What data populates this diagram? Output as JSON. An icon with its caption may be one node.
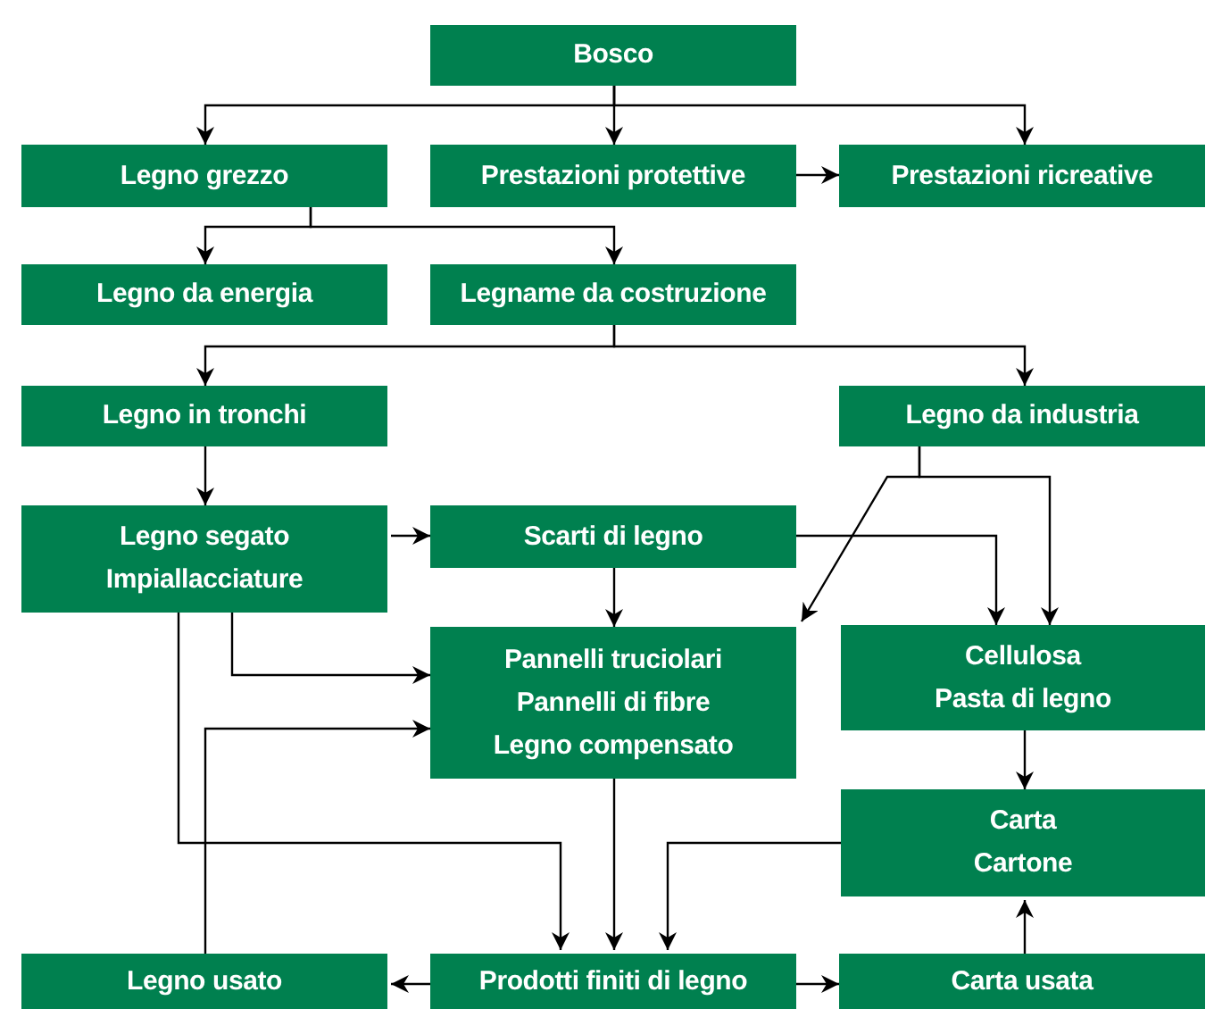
{
  "diagram": {
    "nodes": [
      {
        "text": [
          "Bosco"
        ]
      },
      {
        "text": [
          "Legno grezzo"
        ]
      },
      {
        "text": [
          "Prestazioni protettive"
        ]
      },
      {
        "text": [
          "Prestazioni ricreative"
        ]
      },
      {
        "text": [
          "Legno da energia"
        ]
      },
      {
        "text": [
          "Legname da costruzione"
        ]
      },
      {
        "text": [
          "Legno in tronchi"
        ]
      },
      {
        "text": [
          "Legno da industria"
        ]
      },
      {
        "text": [
          "Legno segato",
          "Impiallacciature"
        ]
      },
      {
        "text": [
          "Scarti di legno"
        ]
      },
      {
        "text": [
          "Pannelli truciolari",
          "Pannelli di fibre",
          "Legno compensato"
        ]
      },
      {
        "text": [
          "Cellulosa",
          "Pasta di legno"
        ]
      },
      {
        "text": [
          "Carta",
          "Cartone"
        ]
      },
      {
        "text": [
          "Legno usato"
        ]
      },
      {
        "text": [
          "Prodotti finiti di legno"
        ]
      },
      {
        "text": [
          "Carta usata"
        ]
      }
    ],
    "edges": [
      {
        "from": 0,
        "to": 1,
        "arrow": "to"
      },
      {
        "from": 0,
        "to": 2,
        "arrow": "to"
      },
      {
        "from": 0,
        "to": 3,
        "arrow": "to"
      },
      {
        "from": 2,
        "to": 3,
        "arrow": "to"
      },
      {
        "from": 1,
        "to": 4,
        "arrow": "to"
      },
      {
        "from": 1,
        "to": 5,
        "arrow": "to"
      },
      {
        "from": 5,
        "to": 6,
        "arrow": "to"
      },
      {
        "from": 5,
        "to": 7,
        "arrow": "to"
      },
      {
        "from": 6,
        "to": 8,
        "arrow": "to"
      },
      {
        "from": 8,
        "to": 9,
        "arrow": "to"
      },
      {
        "from": 7,
        "to": 10,
        "arrow": "to"
      },
      {
        "from": 7,
        "to": 11,
        "arrow": "to"
      },
      {
        "from": 9,
        "to": 10,
        "arrow": "to"
      },
      {
        "from": 9,
        "to": 11,
        "arrow": "to"
      },
      {
        "from": 8,
        "to": 10,
        "arrow": "to"
      },
      {
        "from": 8,
        "to": 14,
        "arrow": "to"
      },
      {
        "from": 10,
        "to": 14,
        "arrow": "to"
      },
      {
        "from": 11,
        "to": 12,
        "arrow": "to"
      },
      {
        "from": 12,
        "to": 14,
        "arrow": "to"
      },
      {
        "from": 13,
        "to": 10,
        "arrow": "to"
      },
      {
        "from": 14,
        "to": 13,
        "arrow": "to"
      },
      {
        "from": 14,
        "to": 15,
        "arrow": "to"
      },
      {
        "from": 15,
        "to": 12,
        "arrow": "to"
      }
    ]
  }
}
